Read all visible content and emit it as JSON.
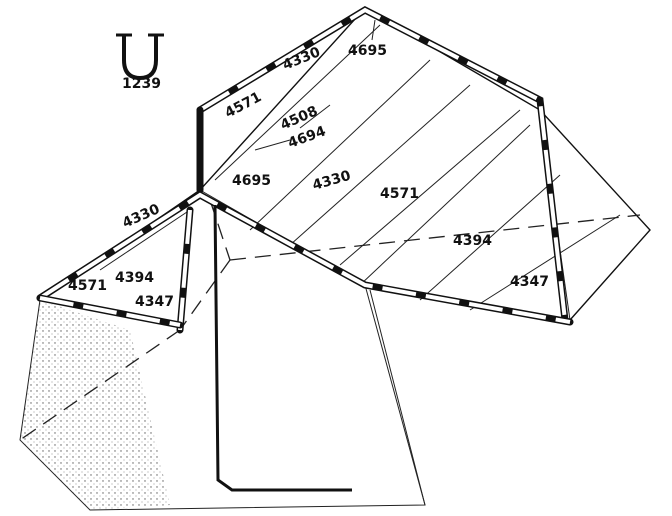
{
  "diagram": {
    "labels": [
      {
        "id": "ubolt",
        "text": "1239"
      },
      {
        "id": "ridge-top-a",
        "text": "4330"
      },
      {
        "id": "ridge-top-b",
        "text": "4695"
      },
      {
        "id": "upper-left-pole",
        "text": "4571"
      },
      {
        "id": "center-1",
        "text": "4508"
      },
      {
        "id": "center-2",
        "text": "4694"
      },
      {
        "id": "center-3",
        "text": "4695"
      },
      {
        "id": "center-4",
        "text": "4330"
      },
      {
        "id": "right-roof",
        "text": "4571"
      },
      {
        "id": "left-roof",
        "text": "4330"
      },
      {
        "id": "eave-right",
        "text": "4394"
      },
      {
        "id": "wall-right",
        "text": "4347"
      },
      {
        "id": "left-1",
        "text": "4571"
      },
      {
        "id": "left-2",
        "text": "4394"
      },
      {
        "id": "left-3",
        "text": "4347"
      }
    ]
  }
}
